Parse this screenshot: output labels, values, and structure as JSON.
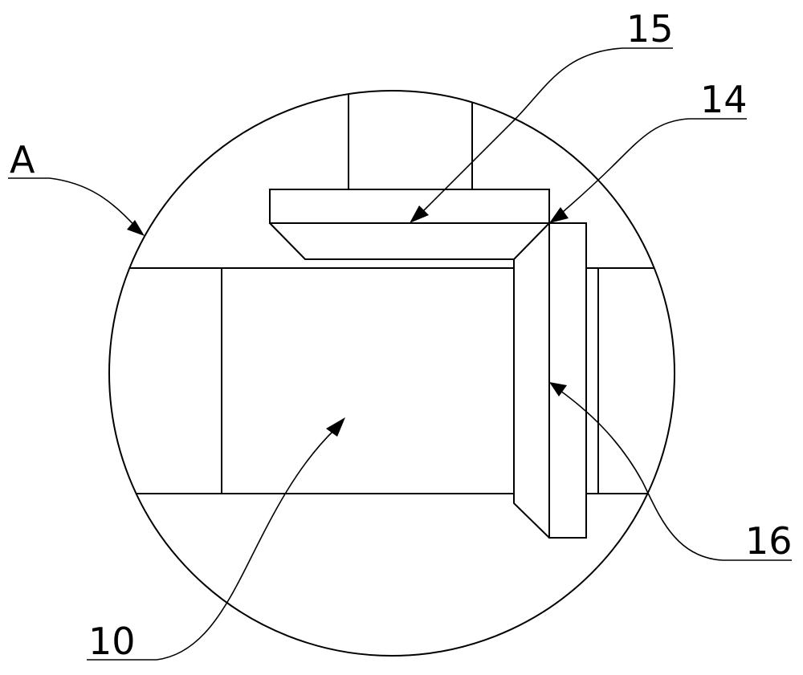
{
  "callouts": {
    "detail": "A",
    "part_15": "15",
    "part_14": "14",
    "part_16": "16",
    "part_10": "10"
  },
  "colors": {
    "line": "#000000",
    "background": "#ffffff"
  }
}
